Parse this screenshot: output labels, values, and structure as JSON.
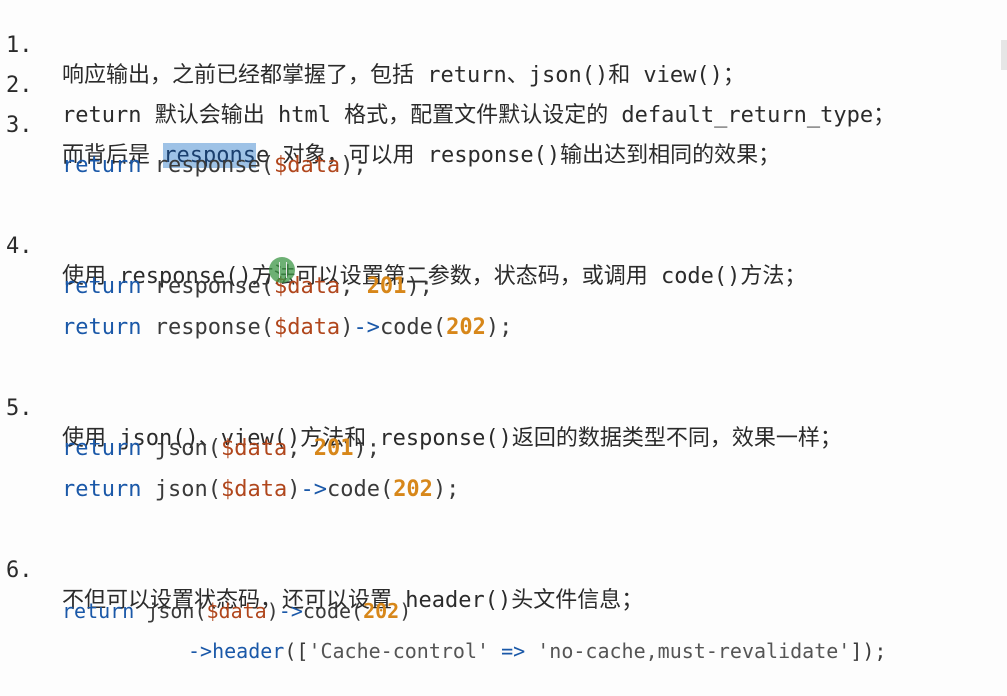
{
  "items": [
    {
      "num": "1.",
      "text": "响应输出，之前已经都掌握了，包括 return、json()和 view()；"
    },
    {
      "num": "2.",
      "text": "return 默认会输出 html 格式，配置文件默认设定的 default_return_type；"
    },
    {
      "num": "3.",
      "text_before": "而背后是 ",
      "text_highlight": "respons",
      "text_after": "e 对象，可以用 response()输出达到相同的效果；"
    },
    {
      "num": "4.",
      "text": "使用 response()方法可以设置第二参数，状态码，或调用 code()方法；"
    },
    {
      "num": "5.",
      "text": "使用 json()、view()方法和 response()返回的数据类型不同，效果一样；"
    },
    {
      "num": "6.",
      "text": "不但可以设置状态码，还可以设置 header()头文件信息；"
    }
  ],
  "code": {
    "kw_return": "return",
    "var_data": "$data",
    "fn_response": "response",
    "fn_json": "json",
    "fn_code": "code",
    "fn_header": "header",
    "arrow": "->",
    "num_201": "201",
    "num_202": "202",
    "str_cache_control": "'Cache-control'",
    "fat_arrow": "=>",
    "str_no_cache": "'no-cache,must-revalidate'"
  }
}
